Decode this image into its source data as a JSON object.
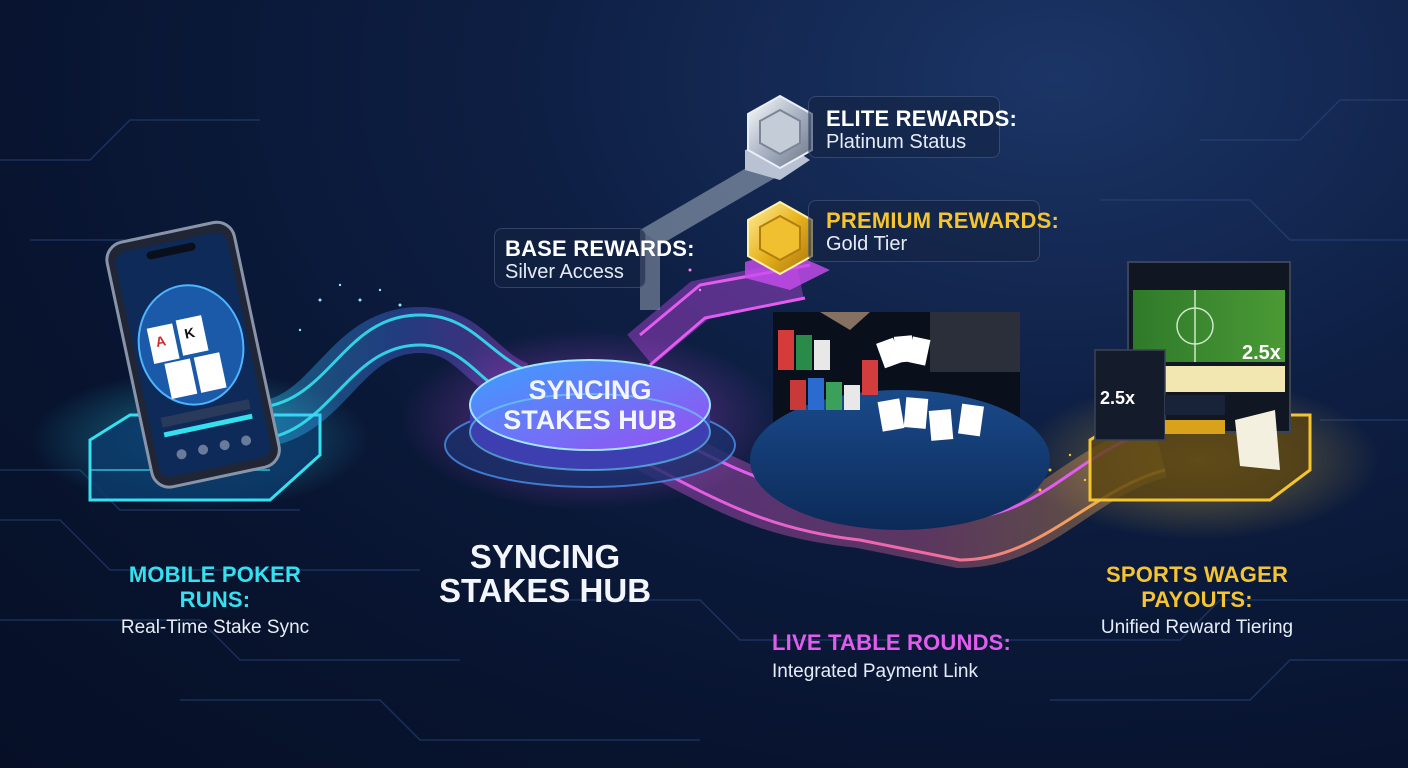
{
  "hub": {
    "label_line1": "SYNCING",
    "label_line2": "STAKES HUB",
    "caption_line1": "SYNCING",
    "caption_line2": "STAKES HUB"
  },
  "nodes": {
    "mobile": {
      "title": "MOBILE POKER RUNS:",
      "subtitle": "Real-Time Stake Sync",
      "color": "#35e0f0"
    },
    "live": {
      "title": "LIVE TABLE ROUNDS:",
      "subtitle": "Integrated Payment Link",
      "color": "#e35cf0"
    },
    "sports": {
      "title": "SPORTS WAGER PAYOUTS:",
      "subtitle": "Unified Reward Tiering",
      "color": "#f5c431"
    }
  },
  "rewards": {
    "elite": {
      "title": "ELITE REWARDS:",
      "subtitle": "Platinum Status",
      "color": "#ffffff"
    },
    "premium": {
      "title": "PREMIUM REWARDS:",
      "subtitle": "Gold Tier",
      "color": "#f5c431"
    },
    "base": {
      "title": "BASE REWARDS:",
      "subtitle": "Silver Access",
      "color": "#ffffff"
    }
  },
  "sports_screen": {
    "multiplier_main": "2.5x",
    "multiplier_slip": "2.5x"
  },
  "colors": {
    "cyan": "#35e0f0",
    "magenta": "#e35cf0",
    "gold": "#f5c431",
    "background": "#0a1633"
  },
  "icons": [
    "smartphone-icon",
    "playing-cards-icon",
    "poker-chips-icon",
    "hexagon-badge-icon",
    "soccer-field-icon"
  ]
}
